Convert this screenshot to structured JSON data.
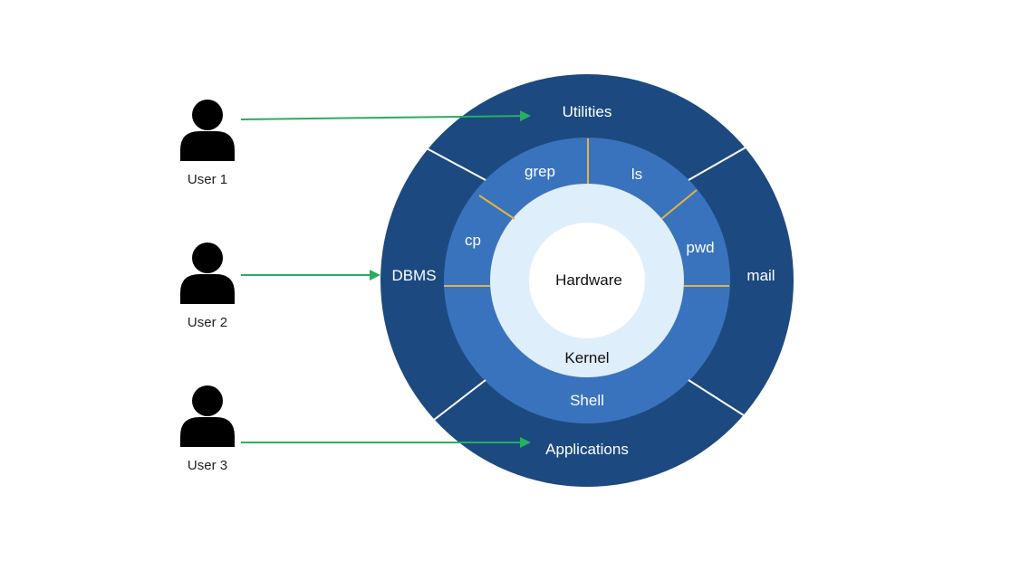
{
  "users": [
    {
      "label": "User 1"
    },
    {
      "label": "User 2"
    },
    {
      "label": "User 3"
    }
  ],
  "layers": {
    "outer": {
      "utilities": "Utilities",
      "dbms": "DBMS",
      "mail": "mail",
      "applications": "Applications"
    },
    "shell": {
      "name": "Shell",
      "commands": [
        "grep",
        "ls",
        "cp",
        "pwd"
      ]
    },
    "kernel": "Kernel",
    "hardware": "Hardware"
  },
  "colors": {
    "outer_ring": "#1c4a80",
    "shell_ring": "#3a73bd",
    "kernel_ring": "#dfeefb",
    "hardware_core": "#ffffff",
    "shell_dividers": "#e2b540",
    "outer_dividers": "#ffffff",
    "arrows": "#27ae60",
    "user_icon": "#000000"
  }
}
